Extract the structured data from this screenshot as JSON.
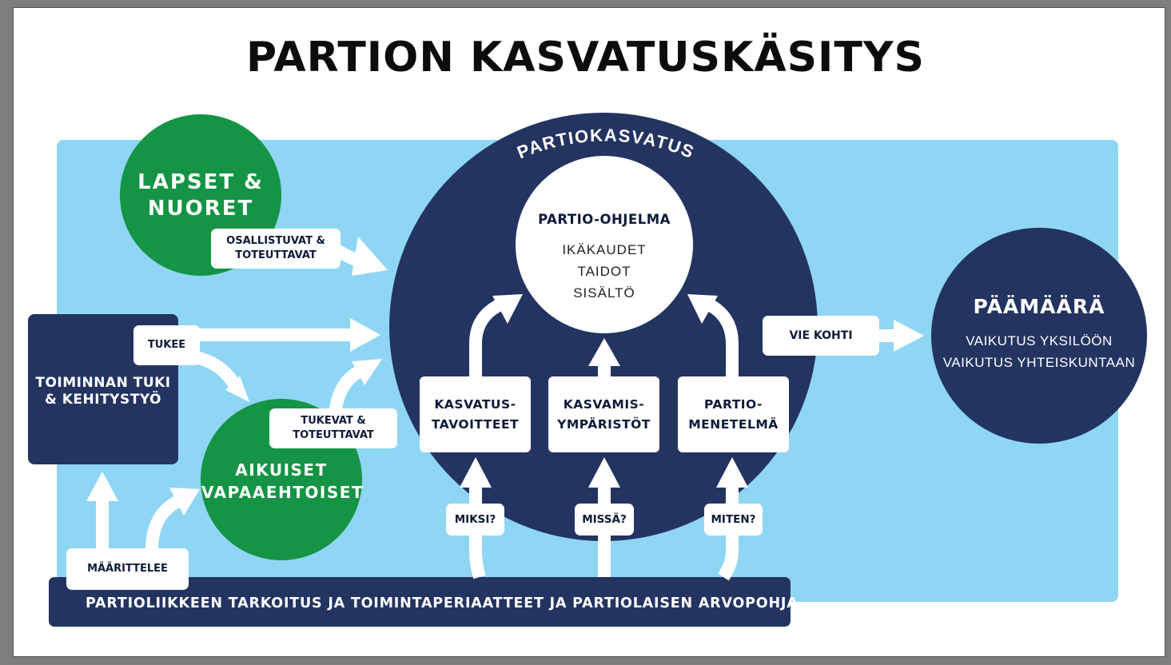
{
  "title": "PARTION KASVATUSKÄSITYS",
  "colors": {
    "light_blue": "#8fd6f4",
    "navy": "#233461",
    "green": "#149444",
    "white": "#ffffff"
  },
  "center": {
    "arc_label": "PARTIOKASVATUS",
    "program": {
      "heading": "PARTIO-OHJELMA",
      "items": [
        "IKÄKAUDET",
        "TAIDOT",
        "SISÄLTÖ"
      ]
    },
    "pillars": [
      {
        "line1": "KASVATUS-",
        "line2": "TAVOITTEET",
        "question": "MIKSI?"
      },
      {
        "line1": "KASVAMIS-",
        "line2": "YMPÄRISTÖT",
        "question": "MISSÄ?"
      },
      {
        "line1": "PARTIO-",
        "line2": "MENETELMÄ",
        "question": "MITEN?"
      }
    ]
  },
  "lapset": {
    "line1": "LAPSET &",
    "line2": "NUORET",
    "flow_line1": "OSALLISTUVAT &",
    "flow_line2": "TOTEUTTAVAT"
  },
  "aikuiset": {
    "line1": "AIKUISET",
    "line2": "VAPAAEHTOISET",
    "flow_line1": "TUKEVAT &",
    "flow_line2": "TOTEUTTAVAT"
  },
  "tuki": {
    "line1": "TOIMINNAN TUKI",
    "line2": "& KEHITYSTYÖ",
    "flow": "TUKEE"
  },
  "maarittelee": "MÄÄRITTELEE",
  "vie_kohti": "VIE KOHTI",
  "goal": {
    "heading": "PÄÄMÄÄRÄ",
    "line1": "VAIKUTUS YKSILÖÖN",
    "line2": "VAIKUTUS YHTEISKUNTAAN"
  },
  "foundation": "PARTIOLIIKKEEN TARKOITUS JA TOIMINTAPERIAATTEET JA PARTIOLAISEN ARVOPOHJA"
}
